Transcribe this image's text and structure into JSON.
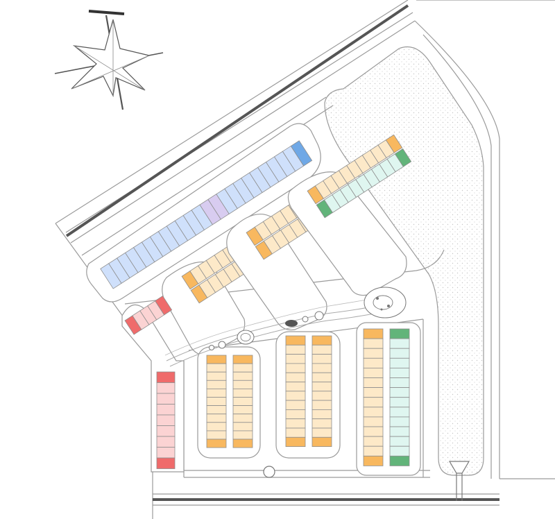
{
  "colors": {
    "paper": "#ffffff",
    "line": "#9a9a9a",
    "dark_line": "#555555",
    "blue": "#cfe0fb",
    "blue_end": "#6fa8e6",
    "lavender": "#d8ccf0",
    "orange": "#fde9c8",
    "orange_end": "#f8b85f",
    "red": "#fbd3d3",
    "red_end": "#ef6b6b",
    "mint": "#dff6f0",
    "green_end": "#62b47a",
    "stipple": "#cfcfcf"
  },
  "compass": {
    "icon": "compass-rose-icon"
  },
  "blocks": {
    "north_blue_strip": {
      "color": "blue",
      "lots": 24,
      "end_color": "blue_end"
    },
    "north_lavender_lots": {
      "color": "lavender",
      "lots": 2
    },
    "diag_block_1": {
      "color": "orange",
      "rows": 2,
      "lots_per_row": 7
    },
    "diag_block_2": {
      "color": "orange",
      "rows": 2,
      "lots_per_row": 9
    },
    "diag_block_3": {
      "left_color": "orange",
      "right_color": "mint",
      "lots_per_row": 11
    },
    "red_block": {
      "color": "red",
      "lots": 14
    },
    "south_block_1": {
      "color": "orange",
      "rows": 2,
      "lots_per_row": 11
    },
    "south_block_2": {
      "color": "orange",
      "rows": 2,
      "lots_per_row": 12
    },
    "south_block_3": {
      "left_color": "orange",
      "right_color": "mint",
      "lots_per_row": 14
    }
  },
  "park": {
    "pattern": "stipple"
  }
}
